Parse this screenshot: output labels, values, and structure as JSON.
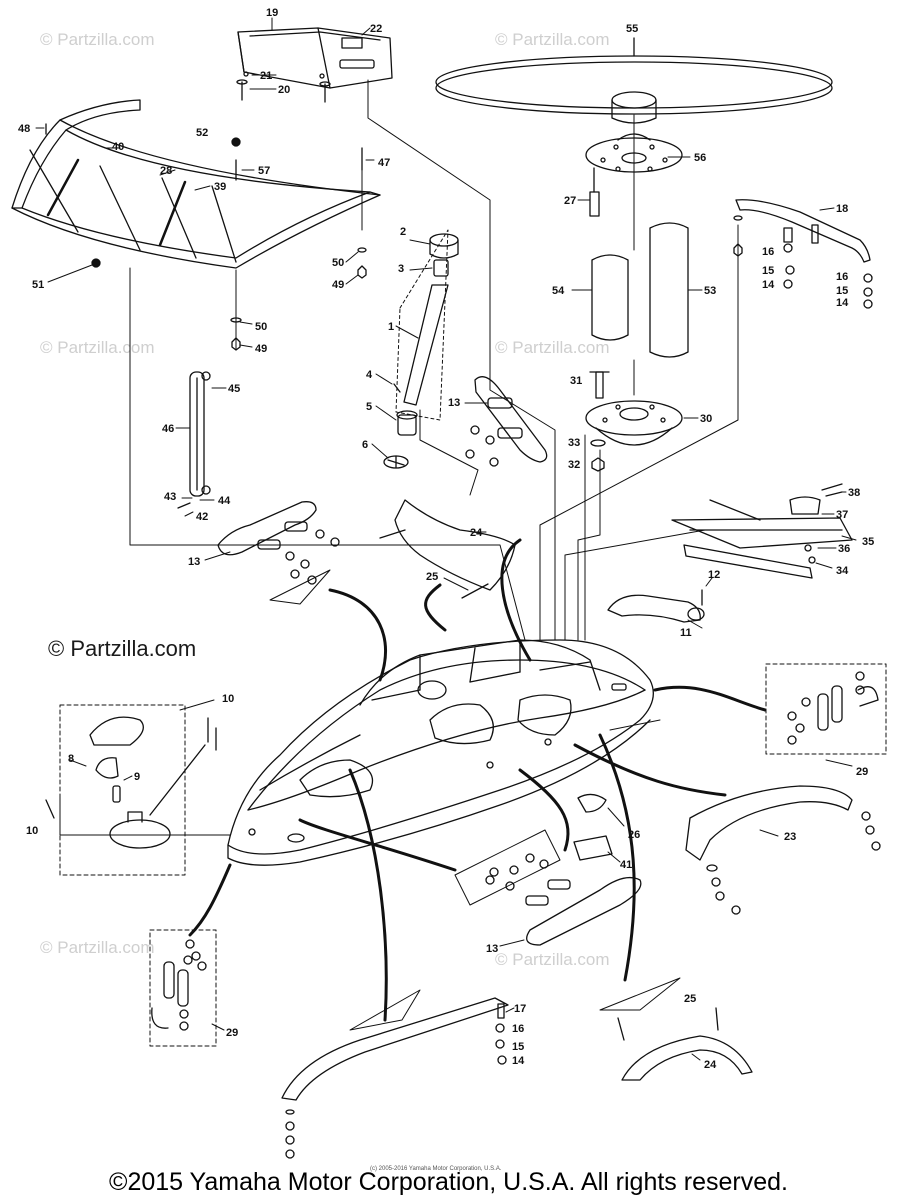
{
  "watermark": "© Partzilla.com",
  "watermark_repeat": "© Partzilla.com",
  "micro_copyright": "(c) 2005-2016 Yamaha Motor Corporation, U.S.A.",
  "footer": "©2015 Yamaha Motor Corporation, U.S.A. All rights reserved.",
  "callouts": {
    "n1": "1",
    "n2": "2",
    "n3": "3",
    "n4": "4",
    "n5": "5",
    "n6": "6",
    "n8": "8",
    "n9": "9",
    "n10": "10",
    "n11": "11",
    "n12": "12",
    "n13": "13",
    "n14": "14",
    "n15": "15",
    "n16": "16",
    "n17": "17",
    "n18": "18",
    "n19": "19",
    "n20": "20",
    "n21": "21",
    "n22": "22",
    "n23": "23",
    "n24": "24",
    "n25": "25",
    "n26": "26",
    "n27": "27",
    "n28": "28",
    "n29": "29",
    "n30": "30",
    "n31": "31",
    "n32": "32",
    "n33": "33",
    "n34": "34",
    "n35": "35",
    "n36": "36",
    "n37": "37",
    "n38": "38",
    "n39": "39",
    "n40": "40",
    "n41": "41",
    "n42": "42",
    "n43": "43",
    "n44": "44",
    "n45": "45",
    "n46": "46",
    "n47": "47",
    "n48": "48",
    "n49": "49",
    "n50": "50",
    "n51": "51",
    "n52": "52",
    "n53": "53",
    "n54": "54",
    "n55": "55",
    "n56": "56",
    "n57": "57"
  }
}
